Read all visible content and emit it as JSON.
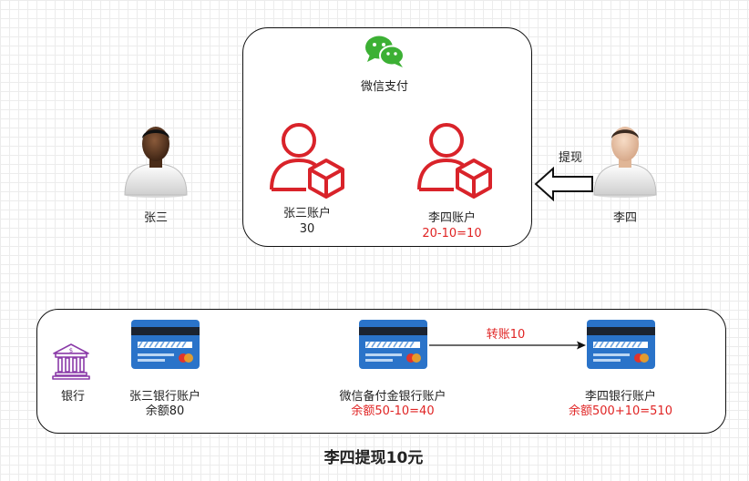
{
  "wechat": {
    "title": "微信支付",
    "brand_color": "#3cb034",
    "accounts": [
      {
        "label": "张三账户",
        "value": "30",
        "value_color": "#222222"
      },
      {
        "label": "李四账户",
        "value": "20-10=10",
        "value_color": "#e02424"
      }
    ]
  },
  "people": {
    "left": {
      "name": "张三"
    },
    "right": {
      "name": "李四"
    }
  },
  "arrow_label": "提现",
  "bank": {
    "label": "银行",
    "accounts": [
      {
        "label": "张三银行账户",
        "value": "余额80"
      },
      {
        "label": "微信备付金银行账户",
        "value": "余额50-10=40"
      },
      {
        "label": "李四银行账户",
        "value": "余额500+10=510"
      }
    ],
    "transfer_label": "转账10"
  },
  "footer_title": "李四提现10元",
  "colors": {
    "accent_red": "#e02424",
    "card_blue": "#2a73c9"
  }
}
